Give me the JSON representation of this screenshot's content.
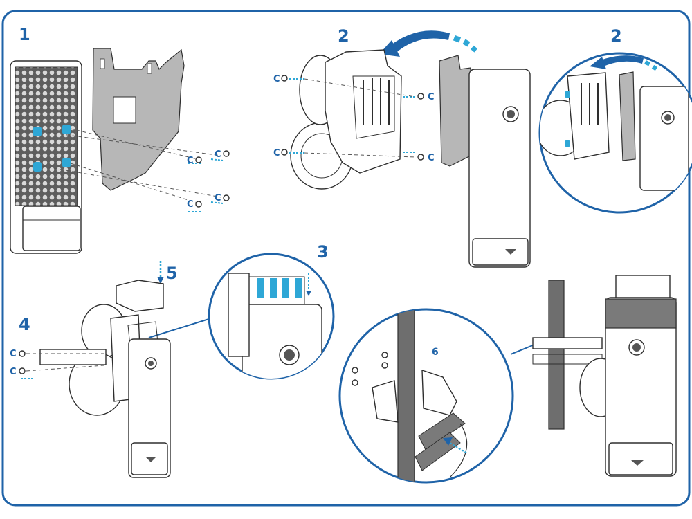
{
  "steps": {
    "step1": "1",
    "step2a": "2",
    "step2b": "2",
    "step3": "3",
    "step4": "4",
    "step5": "5",
    "step6": "6"
  },
  "screw_symbol": "C",
  "colors": {
    "frame": "#1f63a8",
    "accent": "#2ea7d6",
    "grille": "#6b6b6b",
    "plate": "#b7b7b7"
  }
}
